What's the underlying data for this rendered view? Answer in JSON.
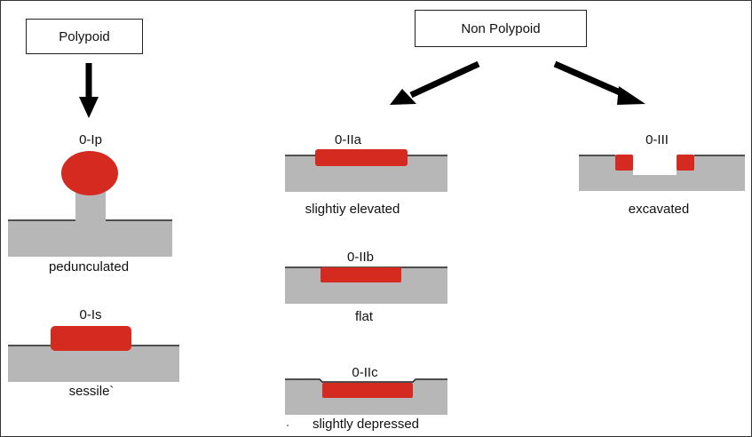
{
  "headers": {
    "polypoid": "Polypoid",
    "non_polypoid": "Non Polypoid"
  },
  "lesions": {
    "ip": {
      "code": "0-Ip",
      "desc": "pedunculated"
    },
    "is": {
      "code": "0-Is",
      "desc": "sessile`"
    },
    "iia": {
      "code": "0-IIa",
      "desc": "slightiy elevated"
    },
    "iib": {
      "code": "0-IIb",
      "desc": "flat"
    },
    "iic": {
      "code": "0-IIc",
      "desc": "slightly depressed"
    },
    "iii": {
      "code": "0-III",
      "desc": "excavated"
    }
  },
  "colors": {
    "tissue": "#b7b7b7",
    "lesion": "#d42a20",
    "arrow": "#000000"
  }
}
